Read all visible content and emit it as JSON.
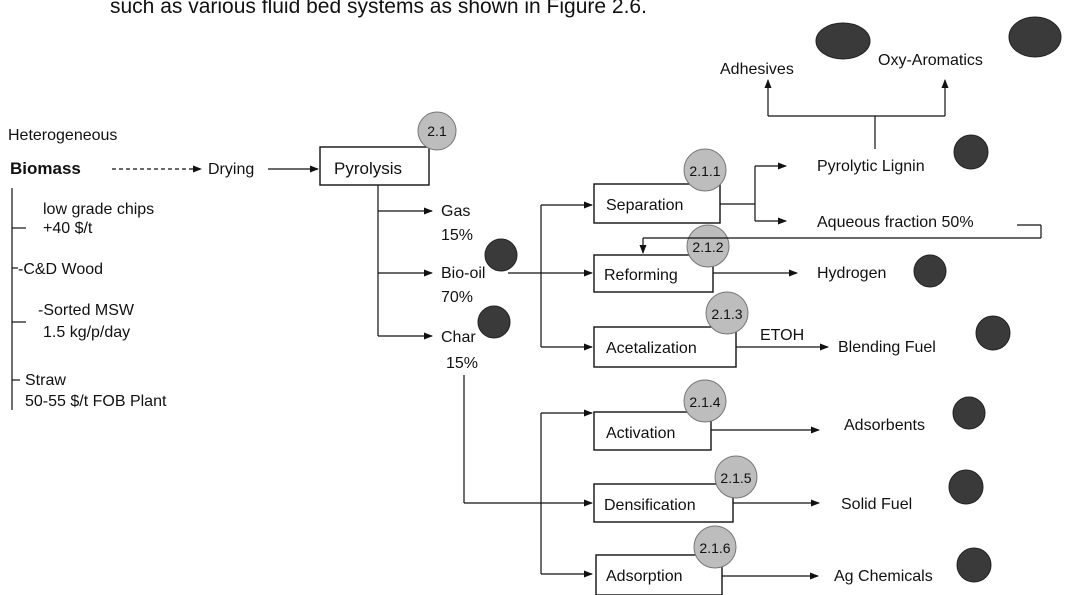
{
  "header_text": "such as various fluid bed systems as shown in Figure 2.6.",
  "feedstock": {
    "title1": "Heterogeneous",
    "title2": "Biomass",
    "items": [
      {
        "line1": "low grade chips",
        "line2": "+40 $/t"
      },
      {
        "line1": "-C&D Wood",
        "line2": ""
      },
      {
        "line1": "-Sorted MSW",
        "line2": "1.5 kg/p/day"
      },
      {
        "line1": "Straw",
        "line2": "50-55 $/t FOB Plant"
      }
    ]
  },
  "steps": {
    "drying": "Drying",
    "pyrolysis": "Pyrolysis"
  },
  "pyrolysis_products": [
    {
      "name": "Gas",
      "pct": "15%"
    },
    {
      "name": "Bio-oil",
      "pct": "70%"
    },
    {
      "name": "Char",
      "pct": "15%"
    }
  ],
  "processes": {
    "separation": "Separation",
    "reforming": "Reforming",
    "acetalization": "Acetalization",
    "activation": "Activation",
    "densification": "Densification",
    "adsorption": "Adsorption"
  },
  "etoh": "ETOH",
  "products": {
    "pyrolytic_lignin": "Pyrolytic Lignin",
    "aqueous": "Aqueous fraction 50%",
    "hydrogen": "Hydrogen",
    "blending_fuel": "Blending Fuel",
    "adsorbents": "Adsorbents",
    "solid_fuel": "Solid Fuel",
    "ag_chemicals": "Ag Chemicals",
    "adhesives": "Adhesives",
    "oxy_aromatics": "Oxy-Aromatics"
  },
  "badges": {
    "pyrolysis": "2.1",
    "separation": "2.1.1",
    "reforming": "2.1.2",
    "acetalization": "2.1.3",
    "activation": "2.1.4",
    "densification": "2.1.5",
    "adsorption": "2.1.6"
  }
}
